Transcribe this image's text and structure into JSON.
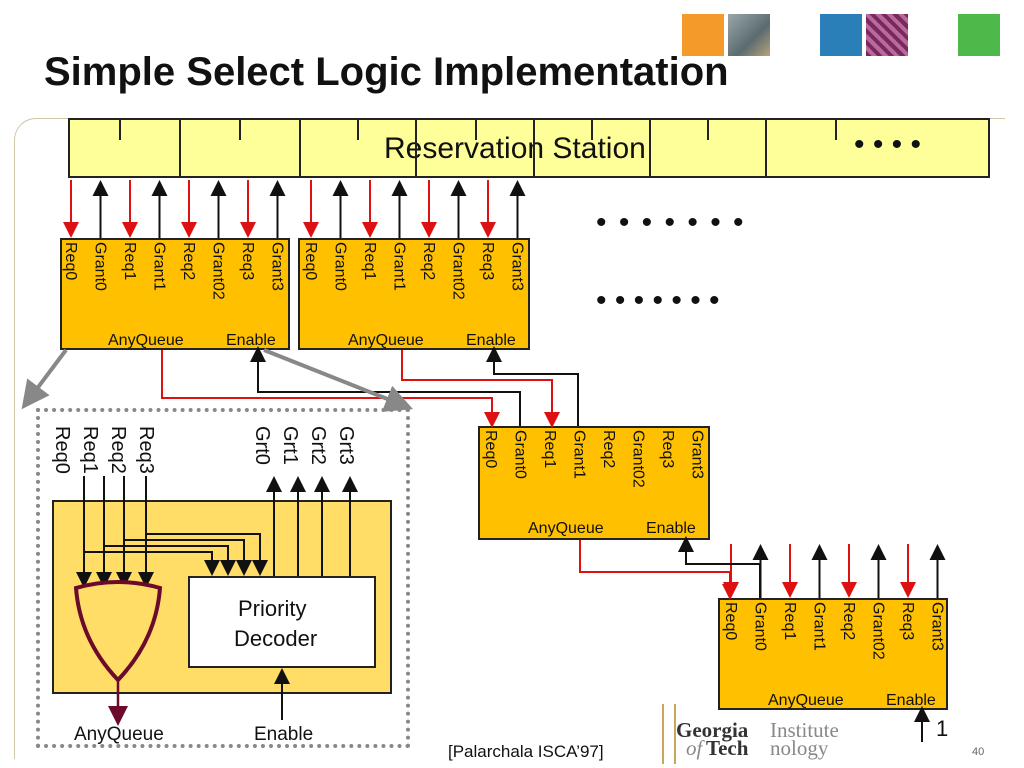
{
  "title": "Simple Select Logic Implementation",
  "reservation_station": {
    "label": "Reservation Station",
    "dots": "• • •  •"
  },
  "arbiter_pins": [
    "Req0",
    "Grant0",
    "Req1",
    "Grant1",
    "Req2",
    "Grant02",
    "Req3",
    "Grant3"
  ],
  "arbiter_bottom": {
    "any_queue": "AnyQueue",
    "enable": "Enable"
  },
  "ellipsis_row_1": "• • •   •     •      •      •",
  "ellipsis_row_2": "• • •   •     •      •      •",
  "detail": {
    "req_labels": [
      "Req0",
      "Req1",
      "Req2",
      "Req3"
    ],
    "grt_labels": [
      "Grt0",
      "Grt1",
      "Grt2",
      "Grt3"
    ],
    "priority_decoder_line1": "Priority",
    "priority_decoder_line2": "Decoder",
    "any_queue": "AnyQueue",
    "enable": "Enable"
  },
  "root_input": "1",
  "citation": "[Palarchala ISCA’97]",
  "slide_number": "40",
  "logo": {
    "georgia": "Georgia",
    "institute": "Institute",
    "of": "of",
    "tech": "Tech",
    "nology": "nology"
  },
  "colors": {
    "request_arrow": "#dd1111",
    "grant_arrow": "#111111",
    "arbiter_fill": "#ffc000",
    "reservation_fill": "#ffff99",
    "detail_fill": "#ffdd66",
    "or_gate_stroke": "#6b0a2a",
    "pointer_gray": "#888888"
  }
}
